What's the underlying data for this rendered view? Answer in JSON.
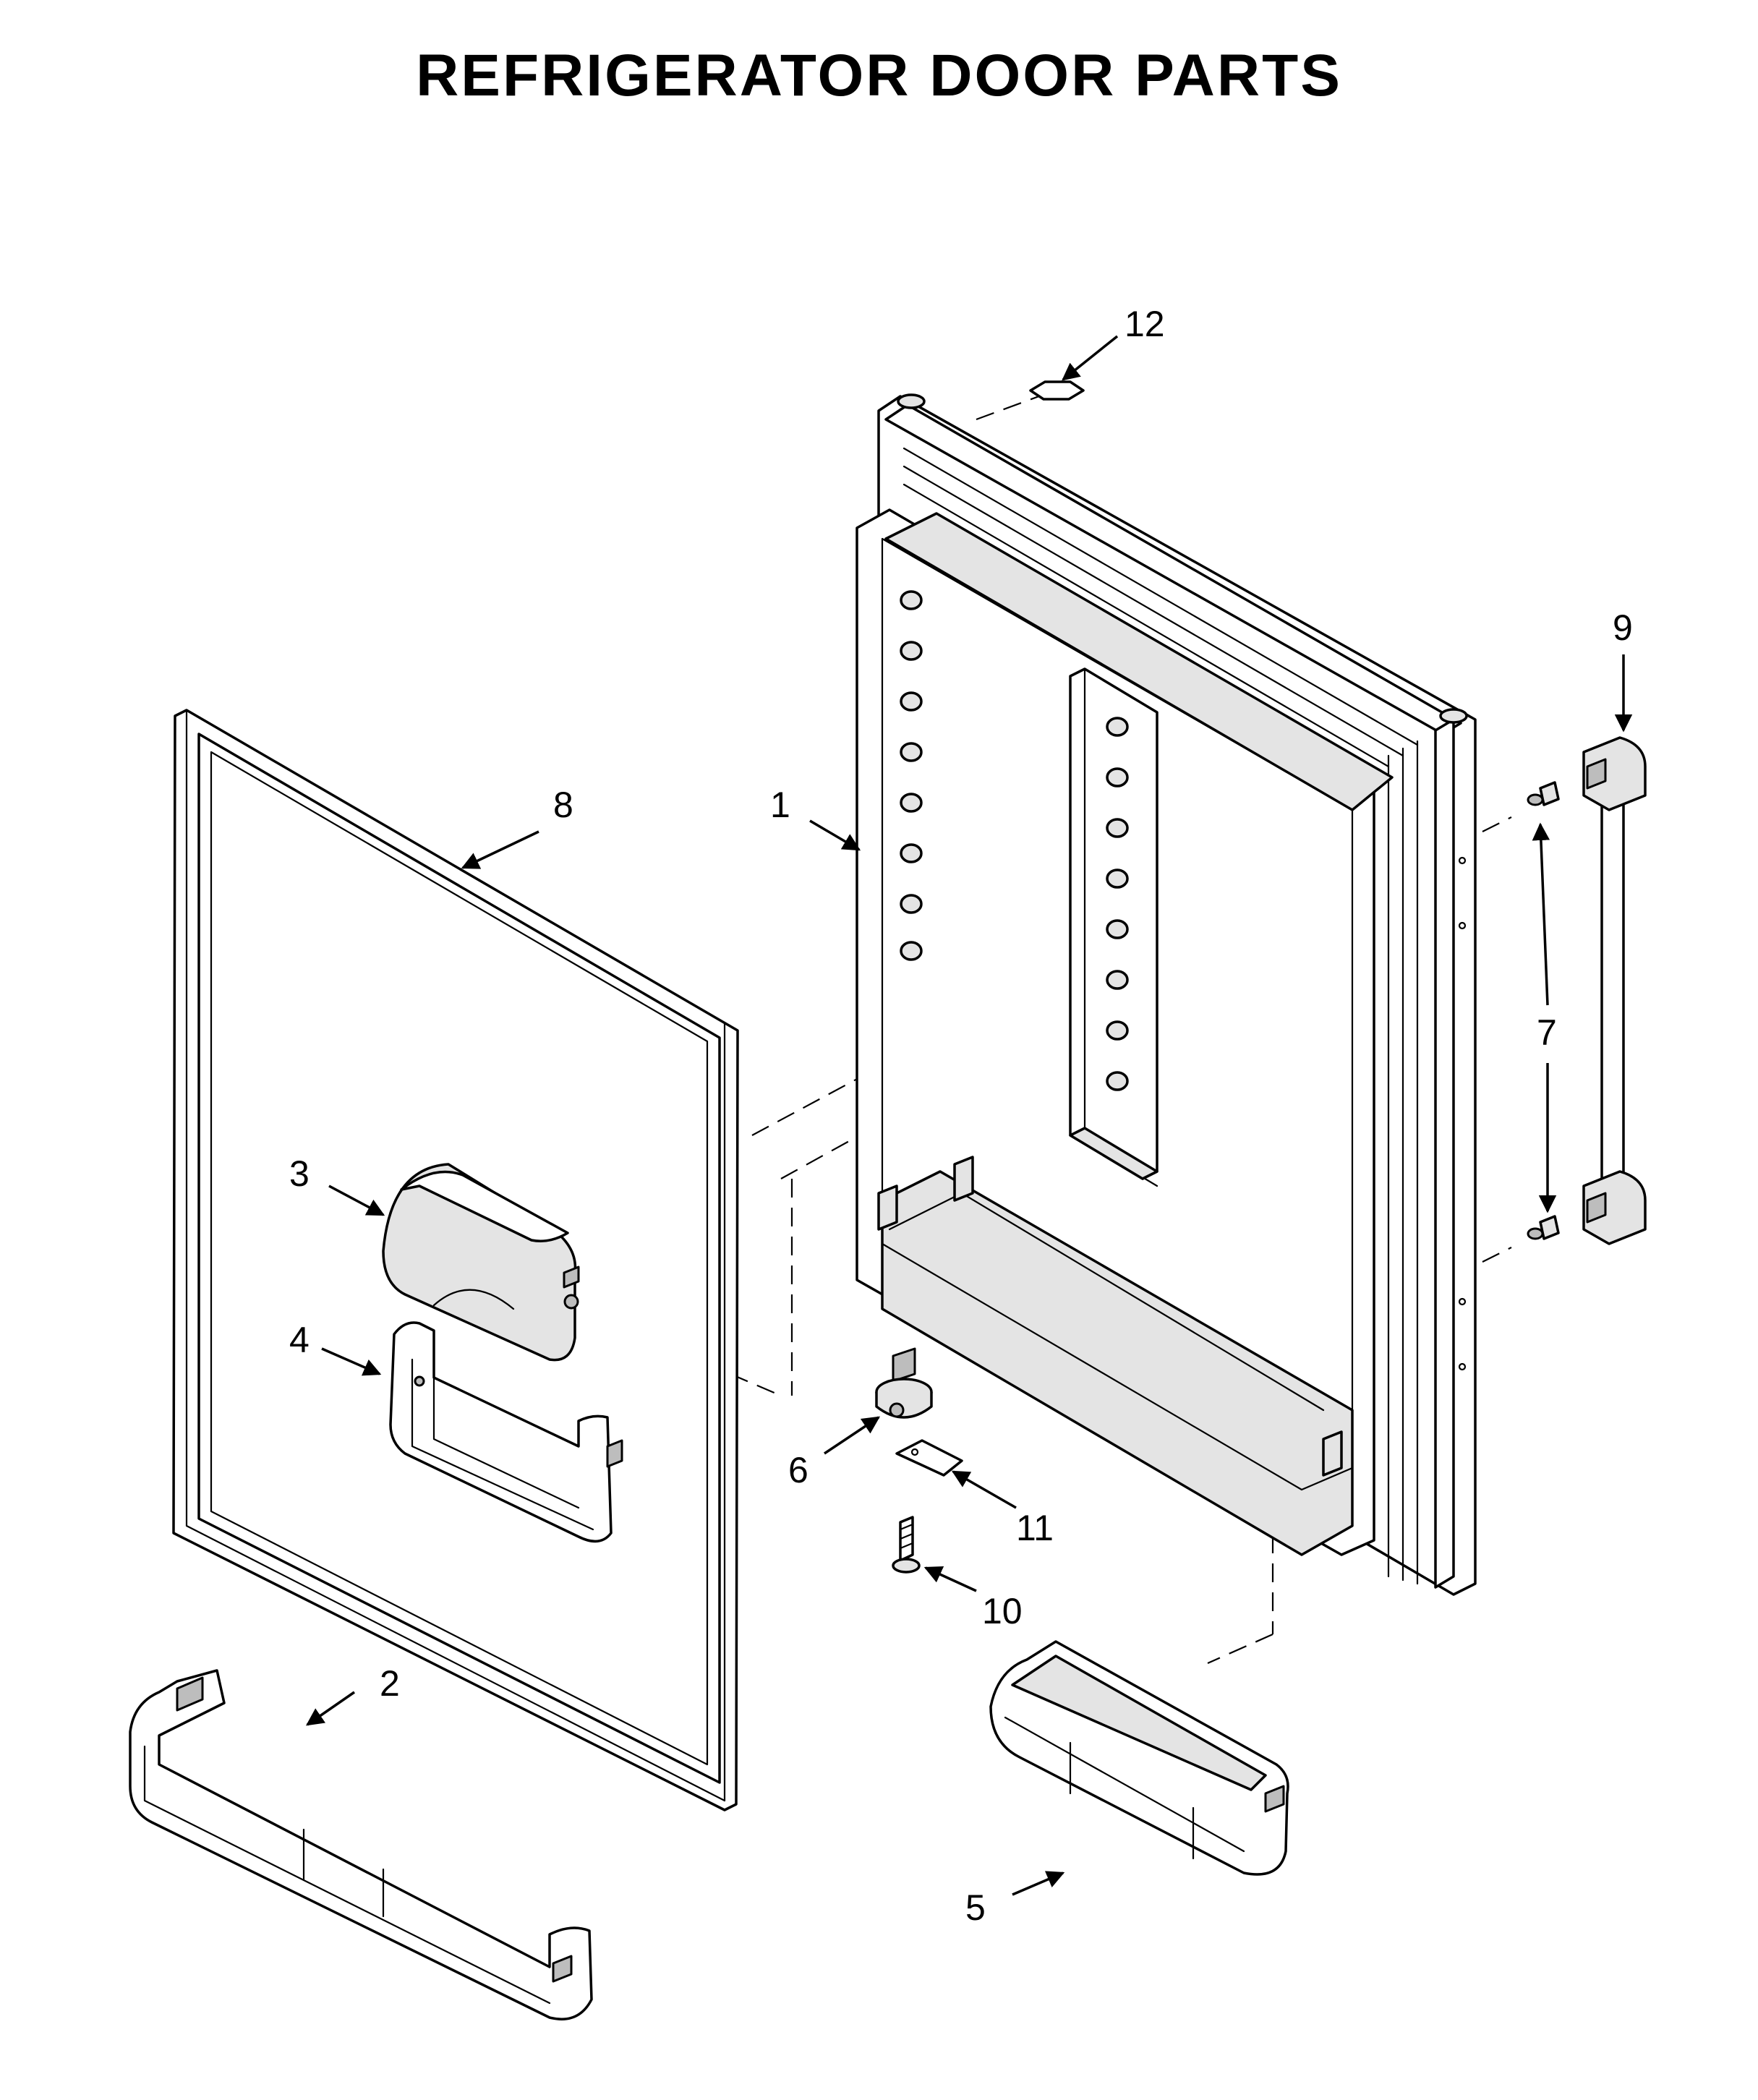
{
  "title": "REFRIGERATOR DOOR PARTS",
  "callouts": {
    "c1": "1",
    "c2": "2",
    "c3": "3",
    "c4": "4",
    "c5": "5",
    "c6": "6",
    "c7": "7",
    "c8": "8",
    "c9": "9",
    "c10": "10",
    "c11": "11",
    "c12": "12"
  },
  "colors": {
    "line": "#000000",
    "background": "#ffffff",
    "shade": "#e4e4e4"
  }
}
